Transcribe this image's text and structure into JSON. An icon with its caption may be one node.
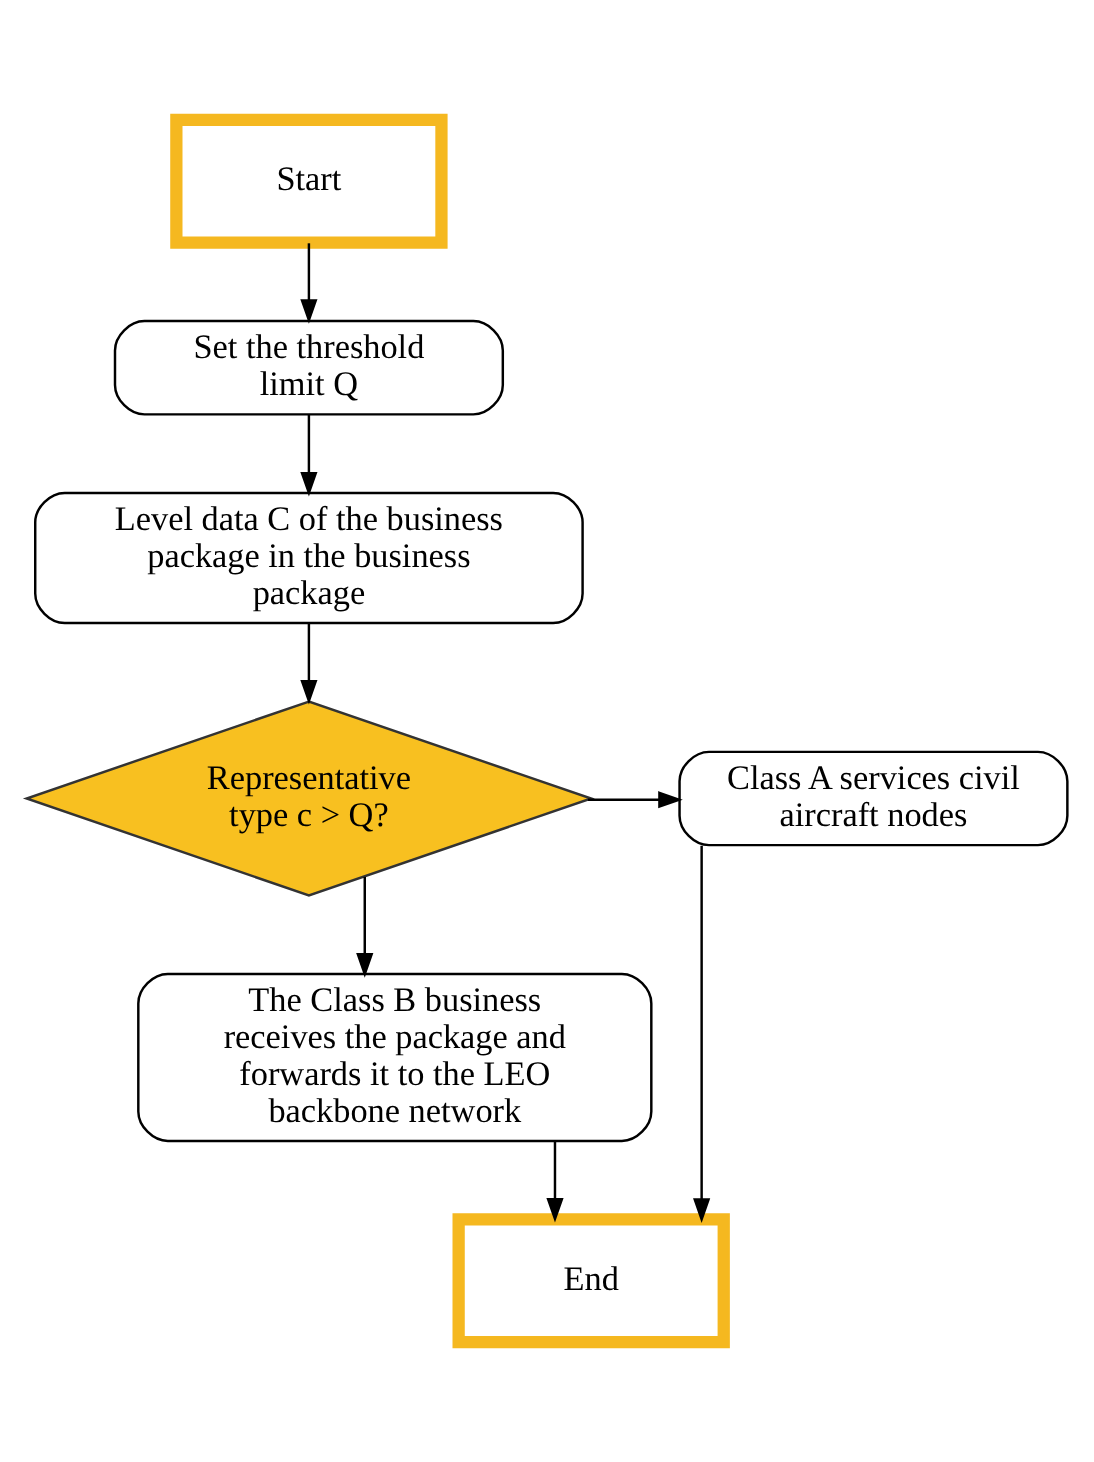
{
  "diagram": {
    "nodes": [
      {
        "text": [
          "Start"
        ]
      },
      {
        "text": [
          "Set the threshold limit Q"
        ]
      },
      {
        "text": [
          "Level data C of the business package in the business package"
        ]
      },
      {
        "text": [
          "Representative type c > Q?"
        ]
      },
      {
        "text": [
          "Class A services civil aircraft nodes"
        ]
      },
      {
        "text": [
          "The Class B business receives the package and forwards it to the LEO backbone network"
        ]
      },
      {
        "text": [
          "End"
        ]
      }
    ],
    "edges": [
      {
        "from": 0,
        "to": 1,
        "arrow": "to"
      },
      {
        "from": 1,
        "to": 2,
        "arrow": "to"
      },
      {
        "from": 2,
        "to": 3,
        "arrow": "to"
      },
      {
        "from": 3,
        "to": 4,
        "arrow": "to"
      },
      {
        "from": 3,
        "to": 5,
        "arrow": "to"
      },
      {
        "from": 4,
        "to": 6,
        "arrow": "to"
      },
      {
        "from": 5,
        "to": 6,
        "arrow": "to"
      }
    ]
  }
}
